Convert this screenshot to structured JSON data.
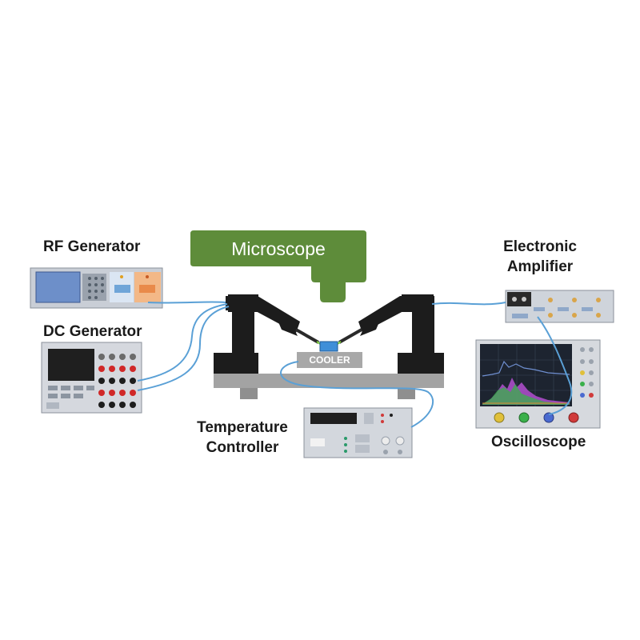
{
  "labels": {
    "rf_generator": "RF Generator",
    "dc_generator": "DC Generator",
    "microscope": "Microscope",
    "cooler": "COOLER",
    "electronic_amplifier_line1": "Electronic",
    "electronic_amplifier_line2": "Amplifier",
    "temperature_controller_line1": "Temperature",
    "temperature_controller_line2": "Controller",
    "oscilloscope": "Oscilloscope"
  },
  "colors": {
    "microscope_green": "#5e8c3a",
    "cable_blue": "#5aa0d6",
    "stage_black": "#1c1c1c",
    "cooler_gray": "#a8a8a8",
    "sample_blue": "#3f8fd8",
    "base_gray": "#9a9a9a"
  }
}
